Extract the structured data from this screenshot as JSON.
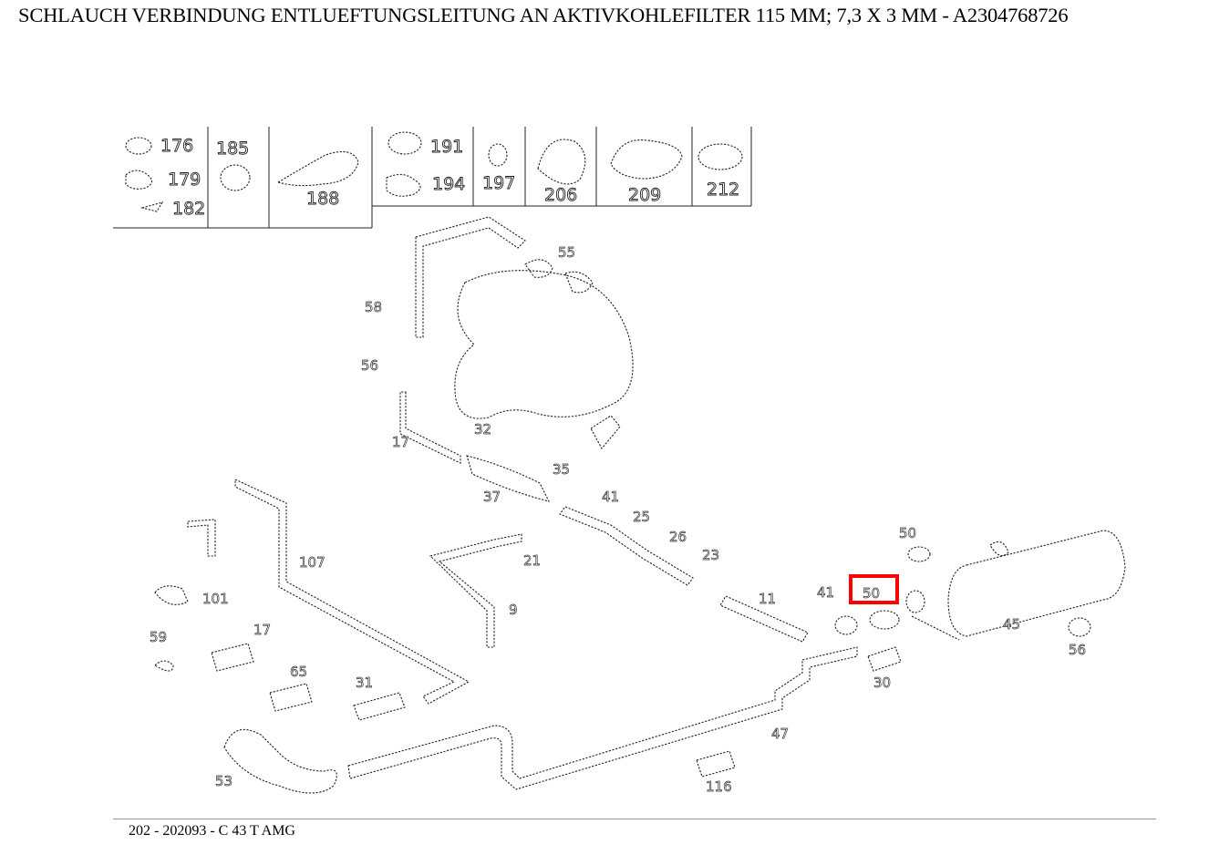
{
  "header": {
    "title": "SCHLAUCH VERBINDUNG ENTLUEFTUNGSLEITUNG AN AKTIVKOHLEFILTER 115 MM; 7,3 X 3 MM - A2304768726"
  },
  "thumbnails": [
    {
      "id": "t176",
      "label": "176"
    },
    {
      "id": "t179",
      "label": "179"
    },
    {
      "id": "t182",
      "label": "182"
    },
    {
      "id": "t185",
      "label": "185"
    },
    {
      "id": "t188",
      "label": "188"
    },
    {
      "id": "t191",
      "label": "191"
    },
    {
      "id": "t194",
      "label": "194"
    },
    {
      "id": "t197",
      "label": "197"
    },
    {
      "id": "t206",
      "label": "206"
    },
    {
      "id": "t209",
      "label": "209"
    },
    {
      "id": "t212",
      "label": "212"
    }
  ],
  "callouts": [
    "55",
    "58",
    "56",
    "17",
    "32",
    "35",
    "37",
    "41",
    "25",
    "26",
    "23",
    "21",
    "9",
    "11",
    "41",
    "50",
    "50",
    "45",
    "56",
    "107",
    "101",
    "59",
    "17",
    "65",
    "53",
    "31",
    "47",
    "116",
    "30"
  ],
  "highlight": {
    "color": "#ff0000"
  },
  "footer": {
    "text": "202 - 202093 - C 43 T AMG"
  }
}
